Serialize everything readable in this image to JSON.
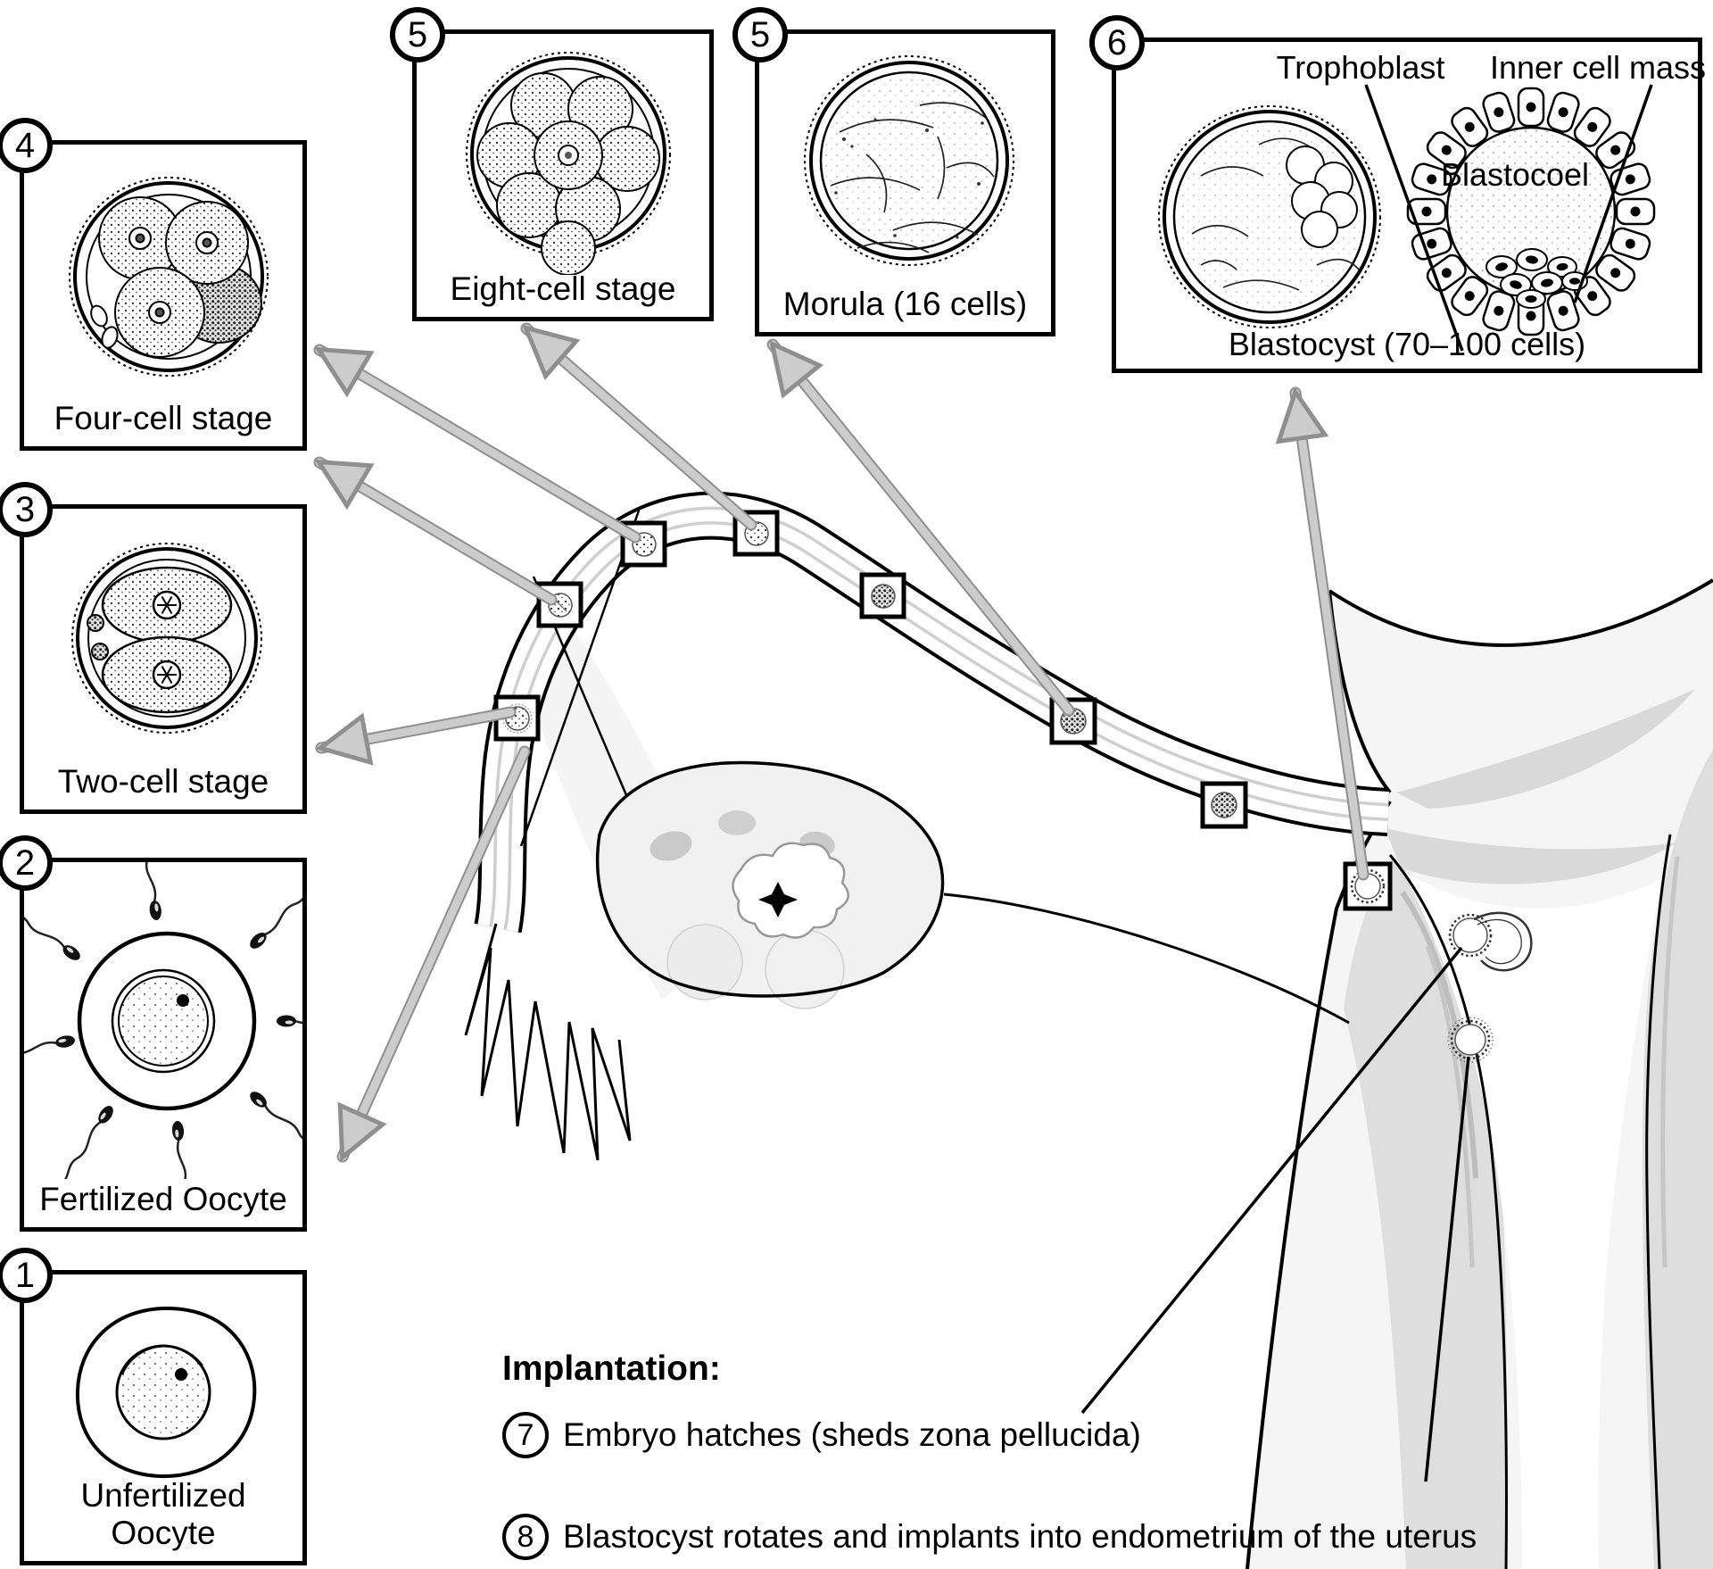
{
  "stages": [
    {
      "number": "1",
      "label": "Unfertilized Oocyte"
    },
    {
      "number": "2",
      "label": "Fertilized Oocyte"
    },
    {
      "number": "3",
      "label": "Two-cell stage"
    },
    {
      "number": "4",
      "label": "Four-cell stage"
    },
    {
      "number": "5",
      "label": "Eight-cell stage"
    },
    {
      "number": "5",
      "label": "Morula (16 cells)"
    },
    {
      "number": "6",
      "label": "Blastocyst (70–100 cells)"
    }
  ],
  "blastocyst_labels": {
    "trophoblast": "Trophoblast",
    "inner_cell_mass": "Inner cell mass",
    "blastocoel": "Blastocoel"
  },
  "implantation": {
    "heading": "Implantation:",
    "steps": [
      {
        "number": "7",
        "text": "Embryo hatches (sheds zona pellucida)"
      },
      {
        "number": "8",
        "text": "Blastocyst rotates and implants into endometrium of the uterus"
      }
    ]
  },
  "colors": {
    "outline": "#000000",
    "arrow_fill": "#cccccc",
    "arrow_outline": "#8f8f8f",
    "tissue_gray": "#dedede",
    "ovary_fill": "#f1f1f1"
  }
}
